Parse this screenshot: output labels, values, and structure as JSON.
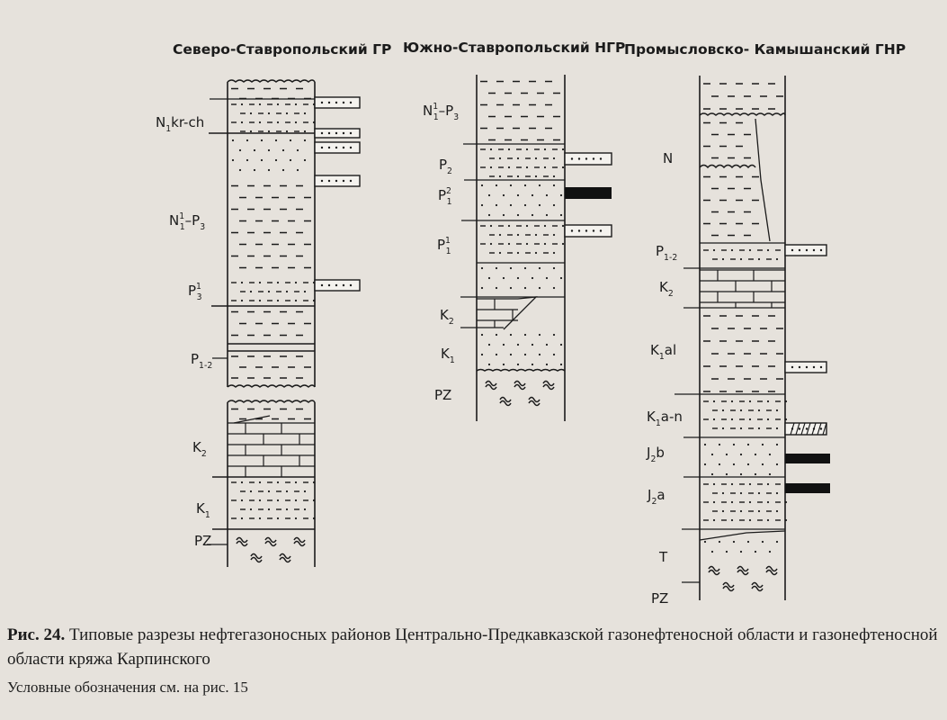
{
  "columns": [
    {
      "title": "Северо-Ставропольский  ГР",
      "labels": [
        {
          "main": "N",
          "sub": "1",
          "rest": "kr-ch"
        },
        {
          "main": "N",
          "sup": "1",
          "sub": "1",
          "rest": "–P",
          "sub2": "3"
        },
        {
          "main": "P",
          "sup": "1",
          "sub": "3",
          "rest": ""
        },
        {
          "main": "P",
          "sub": "1-2",
          "rest": ""
        },
        {
          "main": "K",
          "sub": "2",
          "rest": ""
        },
        {
          "main": "K",
          "sub": "1",
          "rest": ""
        },
        {
          "main": "PZ",
          "rest": ""
        }
      ]
    },
    {
      "title": "Южно-Ставропольский НГР",
      "labels": [
        {
          "main": "N",
          "sup": "1",
          "sub": "1",
          "rest": "–P",
          "sub2": "3"
        },
        {
          "main": "P",
          "sub": "2",
          "rest": ""
        },
        {
          "main": "P",
          "sup": "2",
          "sub": "1",
          "rest": ""
        },
        {
          "main": "P",
          "sup": "1",
          "sub": "1",
          "rest": ""
        },
        {
          "main": "K",
          "sub": "2",
          "rest": ""
        },
        {
          "main": "K",
          "sub": "1",
          "rest": ""
        },
        {
          "main": "PZ",
          "rest": ""
        }
      ]
    },
    {
      "title": "Промысловско- Камышанский  ГНР",
      "labels": [
        {
          "main": "N",
          "rest": ""
        },
        {
          "main": "P",
          "sub": "1-2",
          "rest": ""
        },
        {
          "main": "K",
          "sub": "2",
          "rest": ""
        },
        {
          "main": "K",
          "sub": "1",
          "rest": "al"
        },
        {
          "main": "K",
          "sub": "1",
          "rest": "a-n"
        },
        {
          "main": "J",
          "sub": "2",
          "rest": "b"
        },
        {
          "main": "J",
          "sub": "2",
          "rest": "a"
        },
        {
          "main": "T",
          "rest": ""
        },
        {
          "main": "PZ",
          "rest": ""
        }
      ]
    }
  ],
  "caption": {
    "fig_label": "Рис. 24.",
    "text": " Типовые разрезы нефтегазоносных районов Центрально-Предкавказской газонефтеносной области и газонефтеносной области кряжа Карпинского",
    "legend_note": "Условные обозначения см. на рис. 15"
  }
}
